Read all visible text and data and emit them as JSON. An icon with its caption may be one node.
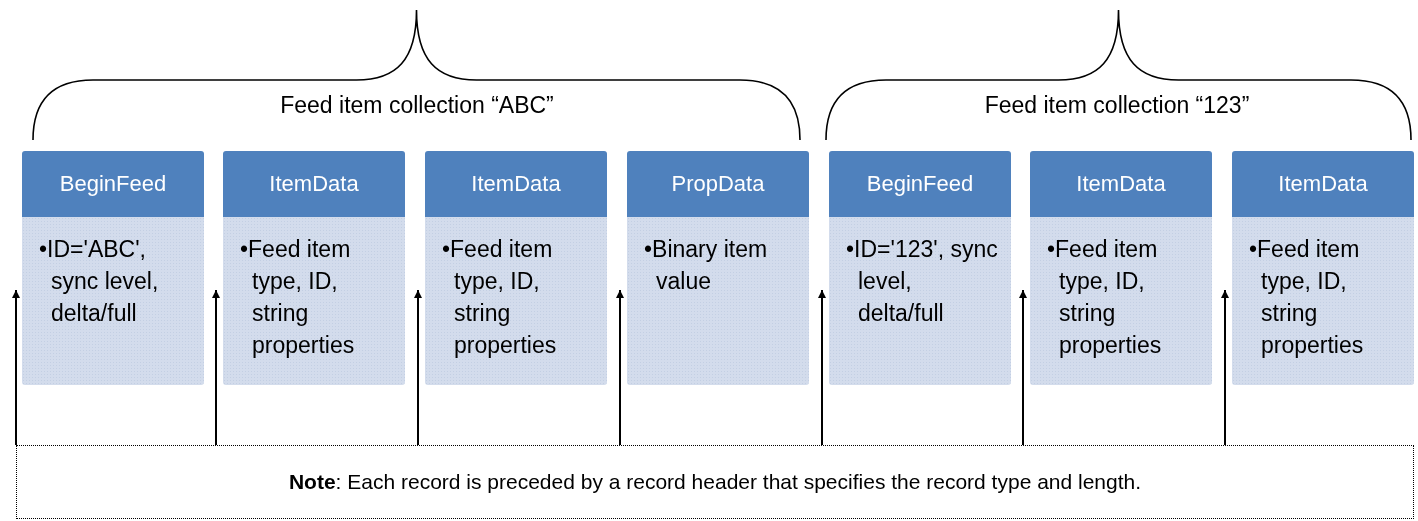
{
  "diagram": {
    "nodes": [
      {
        "text": [
          "BeginFeed",
          "•ID='ABC', sync level, delta/full"
        ]
      },
      {
        "text": [
          "ItemData",
          "•Feed item type, ID, string properties"
        ]
      },
      {
        "text": [
          "ItemData",
          "•Feed item type, ID, string properties"
        ]
      },
      {
        "text": [
          "PropData",
          "•Binary item value"
        ]
      },
      {
        "text": [
          "BeginFeed",
          "•ID='123', sync level, delta/full"
        ]
      },
      {
        "text": [
          "ItemData",
          "•Feed item type, ID, string properties"
        ]
      },
      {
        "text": [
          "ItemData",
          "•Feed item type, ID, string properties"
        ]
      },
      {
        "text": [
          "**Note**: Each record is preceded by a record header that specifies the record type and length."
        ]
      }
    ],
    "edges": [
      {
        "from": 7,
        "to": 0,
        "arrow": "to"
      },
      {
        "from": 7,
        "to": 1,
        "arrow": "to"
      },
      {
        "from": 7,
        "to": 2,
        "arrow": "to"
      },
      {
        "from": 7,
        "to": 3,
        "arrow": "to"
      },
      {
        "from": 7,
        "to": 4,
        "arrow": "to"
      },
      {
        "from": 7,
        "to": 5,
        "arrow": "to"
      },
      {
        "from": 7,
        "to": 6,
        "arrow": "to"
      }
    ],
    "labels": [
      "Feed item collection “ABC”",
      "Feed item collection “123”"
    ]
  }
}
